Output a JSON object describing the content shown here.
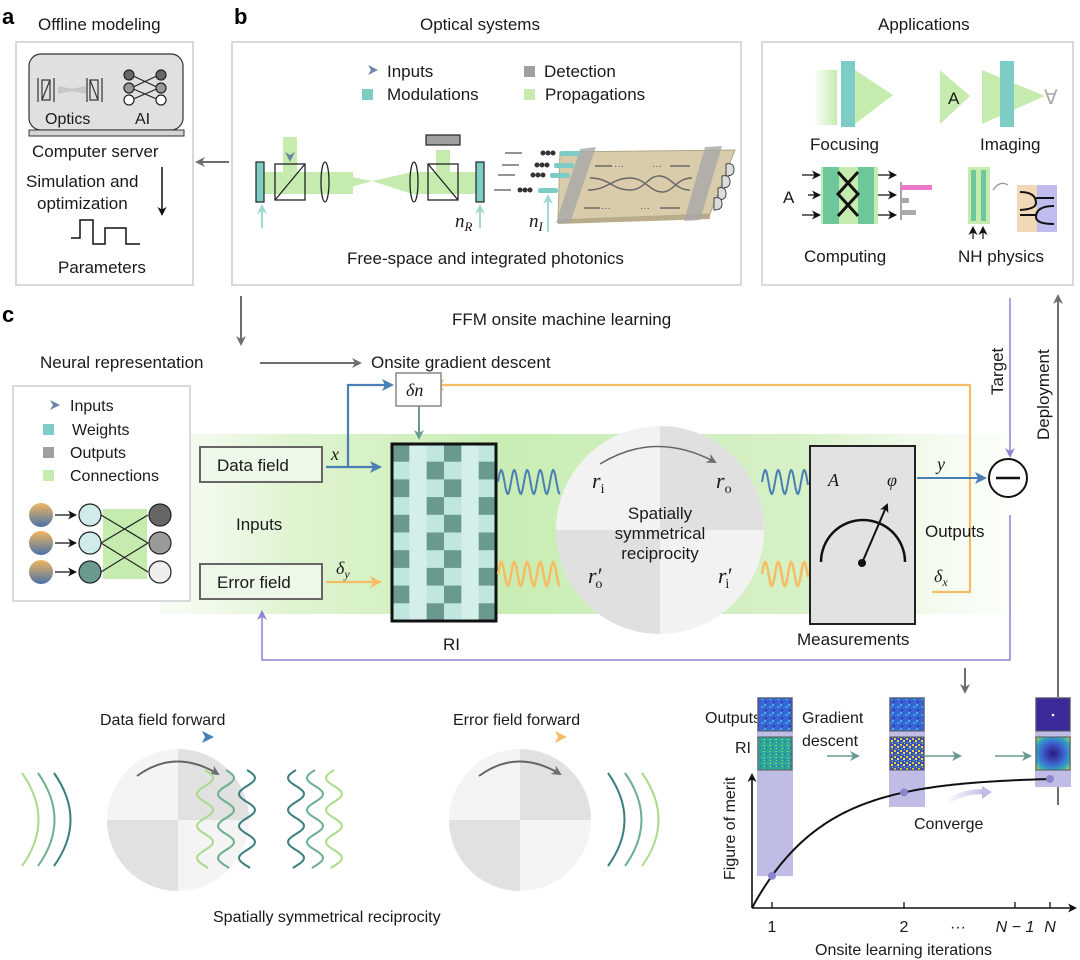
{
  "panels": {
    "a": {
      "letter": "a",
      "title": "Offline modeling",
      "optics_label": "Optics",
      "ai_label": "AI",
      "server_label": "Computer server",
      "simulation_line1": "Simulation and",
      "simulation_line2": "optimization",
      "parameters_label": "Parameters"
    },
    "b": {
      "letter": "b",
      "title": "Optical systems",
      "legend": {
        "inputs": "Inputs",
        "modulations": "Modulations",
        "detection": "Detection",
        "propagations": "Propagations"
      },
      "n_r": "n",
      "n_r_sub": "R",
      "n_i": "n",
      "n_i_sub": "I",
      "caption": "Free-space and integrated photonics"
    },
    "applications": {
      "title": "Applications",
      "focusing": "Focusing",
      "imaging": "Imaging",
      "imaging_letter": "A",
      "imaging_letter_flipped": "∀",
      "computing": "Computing",
      "computing_letter": "A",
      "nh_physics": "NH physics"
    },
    "c": {
      "letter": "c",
      "title": "FFM onsite machine learning",
      "neural_representation": "Neural representation",
      "onsite_gradient_descent": "Onsite gradient descent",
      "legend": {
        "inputs": "Inputs",
        "weights": "Weights",
        "outputs": "Outputs",
        "connections": "Connections"
      },
      "data_field": "Data field",
      "error_field": "Error field",
      "inputs_label": "Inputs",
      "x_symbol": "x",
      "delta_y": "δ",
      "delta_y_sub": "y",
      "delta_n": "δn",
      "ri_label": "RI",
      "r_i": "r",
      "r_i_sub": "i",
      "r_o": "r",
      "r_o_sub": "o",
      "r_o_prime": "r′",
      "r_i_prime": "r′",
      "reciprocity_line1": "Spatially",
      "reciprocity_line2": "symmetrical",
      "reciprocity_line3": "reciprocity",
      "amp_symbol": "A",
      "phase_symbol": "φ",
      "measurements": "Measurements",
      "y_symbol": "y",
      "outputs_label": "Outputs",
      "delta_x": "δ",
      "delta_x_sub": "x",
      "target": "Target",
      "deployment": "Deployment",
      "minus_symbol": "−"
    },
    "bottom": {
      "data_field_forward": "Data field forward",
      "error_field_forward": "Error field forward",
      "caption": "Spatially symmetrical reciprocity"
    }
  },
  "colors": {
    "teal": "#7ecdc4",
    "green_light": "#c5ecae",
    "gray_detection": "#a0a0a0",
    "blue_arrow": "#4a7fb5",
    "orange_arrow": "#f5bd63",
    "purple": "#8c86cf",
    "purple_fill": "#bfbde6",
    "dark_teal": "#6a9990"
  },
  "chart_data": {
    "type": "line",
    "title": "",
    "xlabel": "Onsite learning iterations",
    "ylabel": "Figure of merit",
    "x_tick_labels": [
      "1",
      "2",
      "···",
      "N − 1",
      "N"
    ],
    "series": [
      {
        "name": "convergence",
        "x": [
          "1",
          "2",
          "N"
        ],
        "values": [
          0.3,
          0.82,
          0.97
        ]
      }
    ],
    "ylim": [
      0,
      1
    ],
    "annotations": {
      "outputs_label": "Outputs",
      "ri_label": "RI",
      "gradient_descent_line1": "Gradient",
      "gradient_descent_line2": "descent",
      "ellipsis": "···",
      "converge": "Converge"
    },
    "grid": false
  }
}
